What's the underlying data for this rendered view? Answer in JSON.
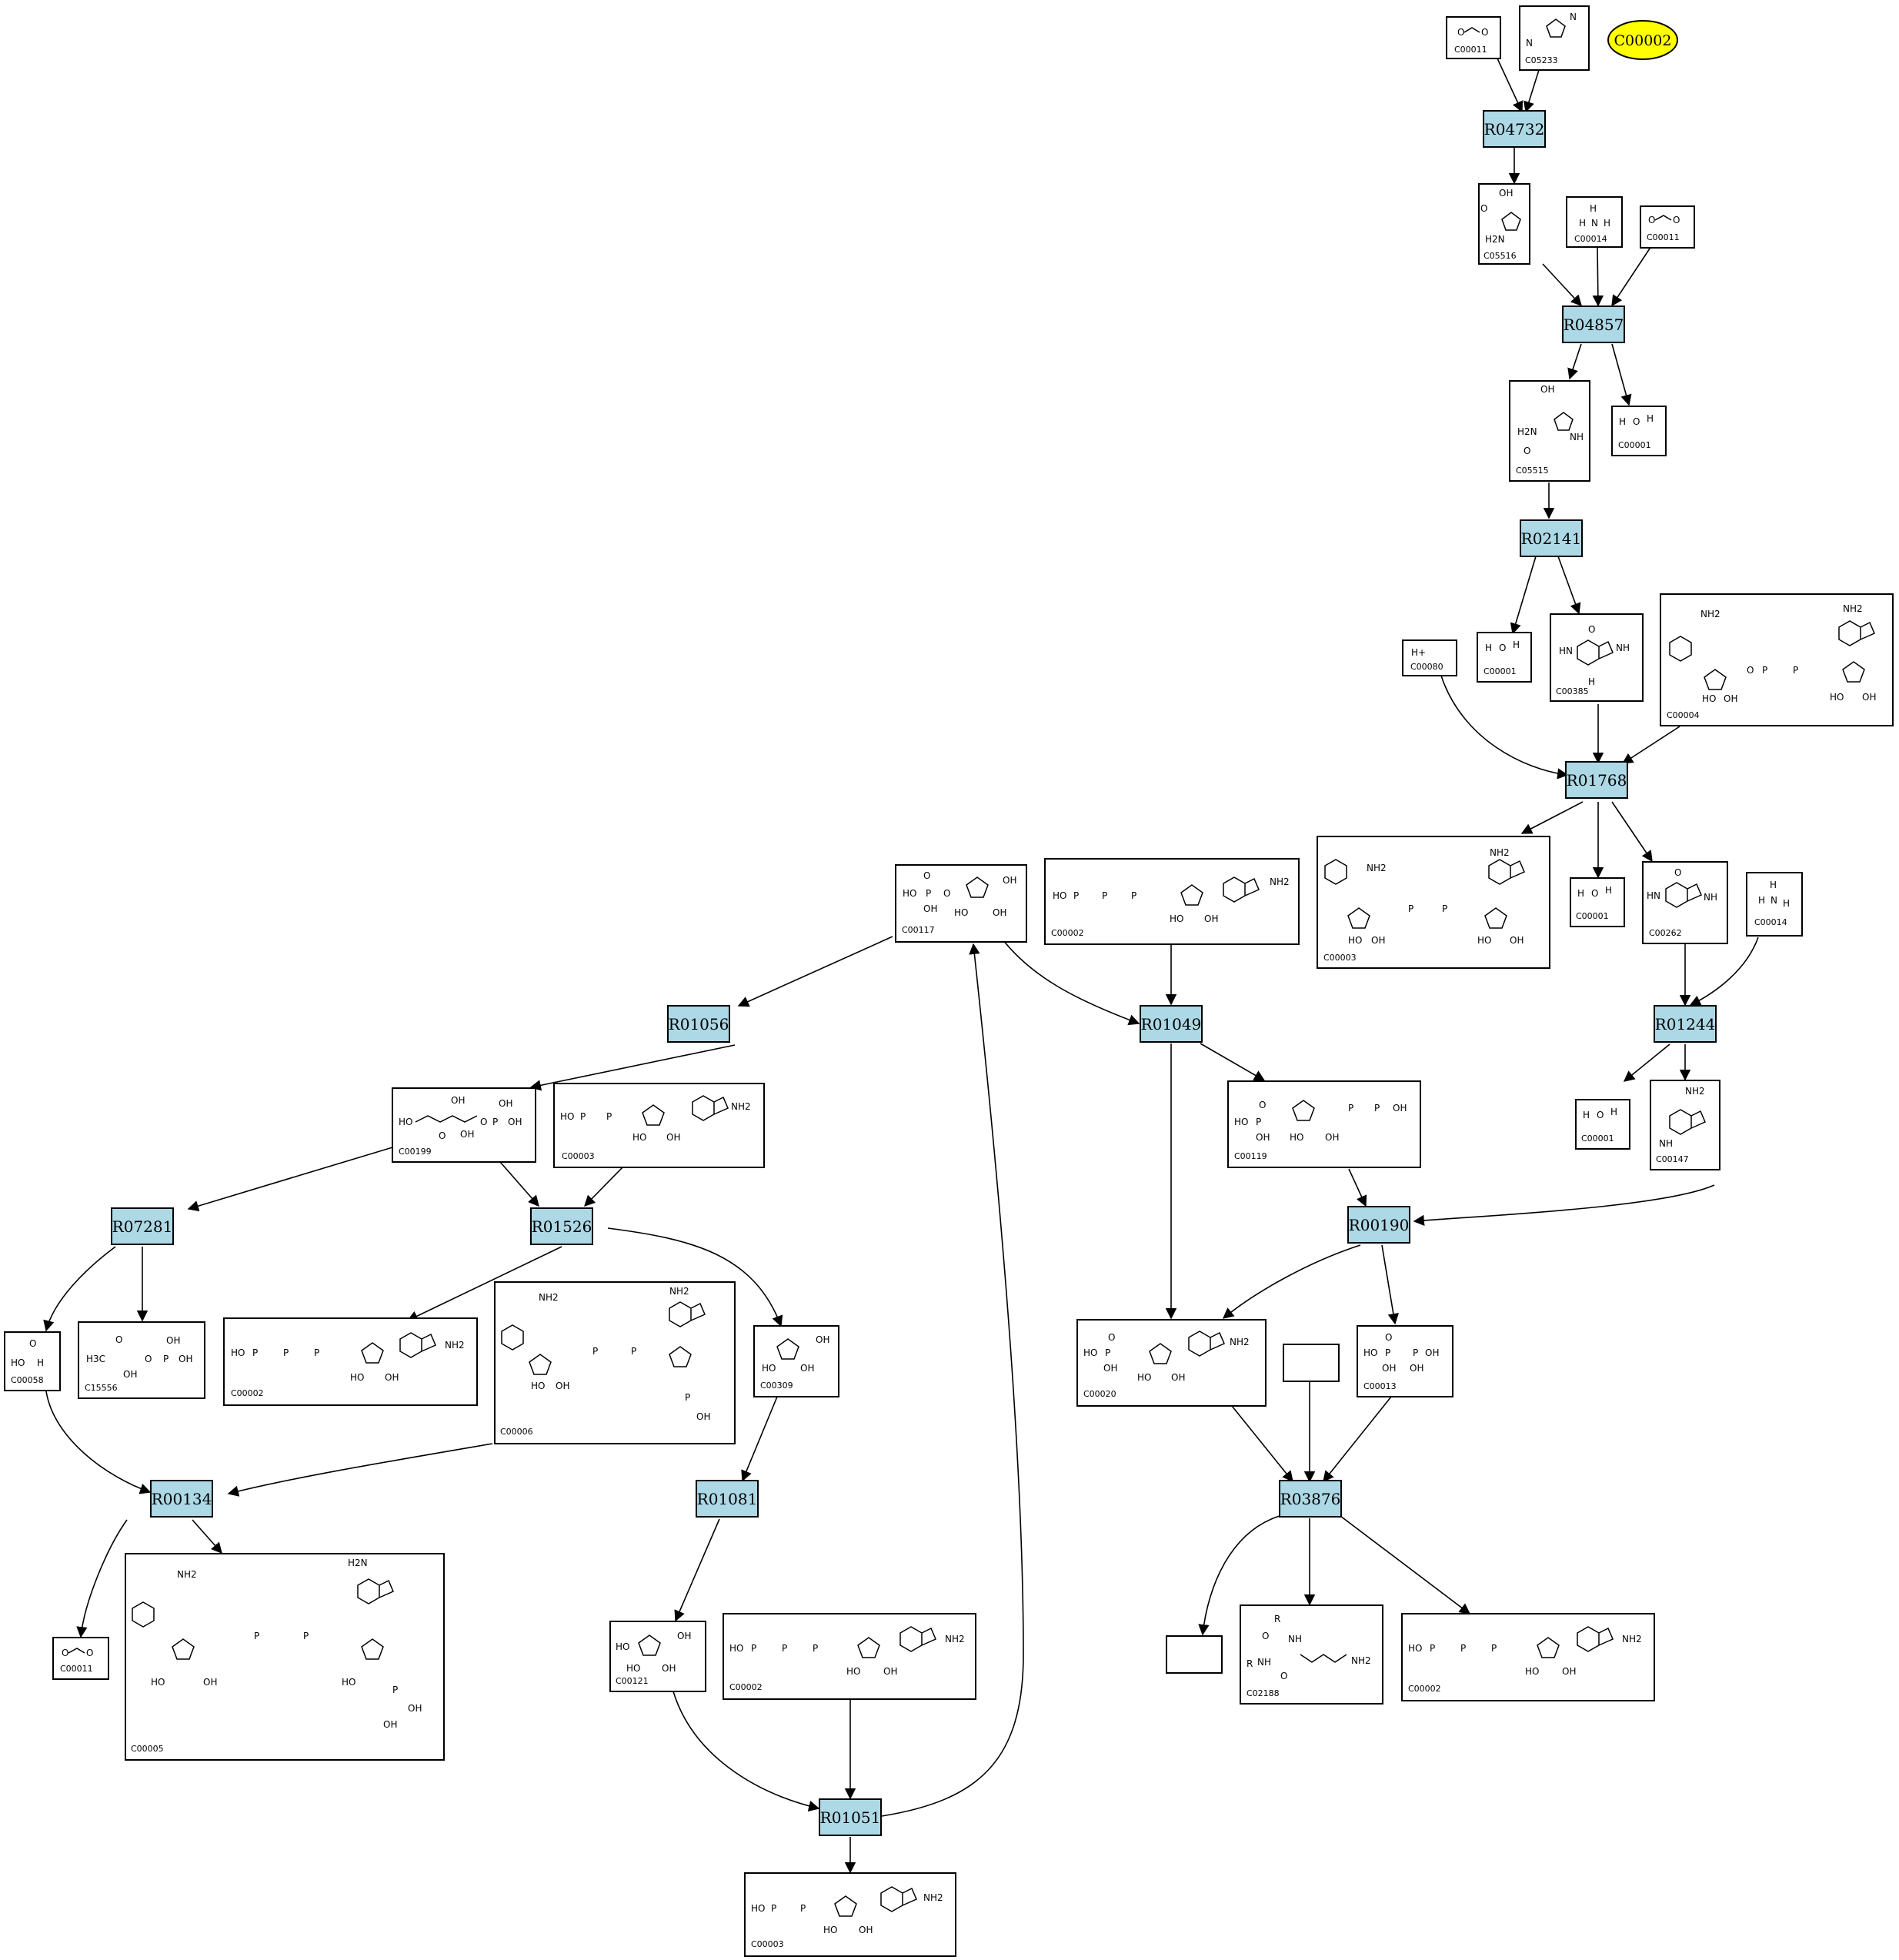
{
  "colors": {
    "reaction_fill": "#add8e6",
    "highlight_fill": "#ffff00",
    "edge": "#000000"
  },
  "highlight": {
    "label": "C00002"
  },
  "reactions": {
    "R04732": "R04732",
    "R04857": "R04857",
    "R02141": "R02141",
    "R01768": "R01768",
    "R01244": "R01244",
    "R01049": "R01049",
    "R01056": "R01056",
    "R00190": "R00190",
    "R07281": "R07281",
    "R01526": "R01526",
    "R00134": "R00134",
    "R01081": "R01081",
    "R03876": "R03876",
    "R01051": "R01051"
  },
  "compounds": {
    "c00011_a": "C00011",
    "c05233": "C05233",
    "c05516": "C05516",
    "c00014_a": "C00014",
    "c00011_b": "C00011",
    "c05515": "C05515",
    "c00001_a": "C00001",
    "c00001_b": "C00001",
    "c00385": "C00385",
    "c00080": "C00080",
    "c00004": "C00004",
    "c00003_a": "C00003",
    "c00001_c": "C00001",
    "c00262": "C00262",
    "c00014_b": "C00014",
    "c00117": "C00117",
    "c00002_a": "C00002",
    "c00001_d": "C00001",
    "c00147": "C00147",
    "c00199": "C00199",
    "c00003_b": "C00003",
    "c00119": "C00119",
    "c00058": "C00058",
    "c15556": "C15556",
    "c00002_b": "C00002",
    "c00006": "C00006",
    "c00309": "C00309",
    "c00020": "C00020",
    "c00013": "C00013",
    "c00011_c": "C00011",
    "c00005": "C00005",
    "c00121": "C00121",
    "c00002_c": "C00002",
    "c02188": "C02188",
    "c00002_d": "C00002",
    "c00003_c": "C00003"
  },
  "atoms": {
    "o": "O",
    "oh": "OH",
    "ho": "HO",
    "nh2": "NH2",
    "h2n": "H2N",
    "n": "N",
    "nh": "NH",
    "hn": "HN",
    "h": "H",
    "hplus": "H+",
    "p": "P",
    "h3c": "H3C",
    "r": "R",
    "h2o_o": "O"
  }
}
